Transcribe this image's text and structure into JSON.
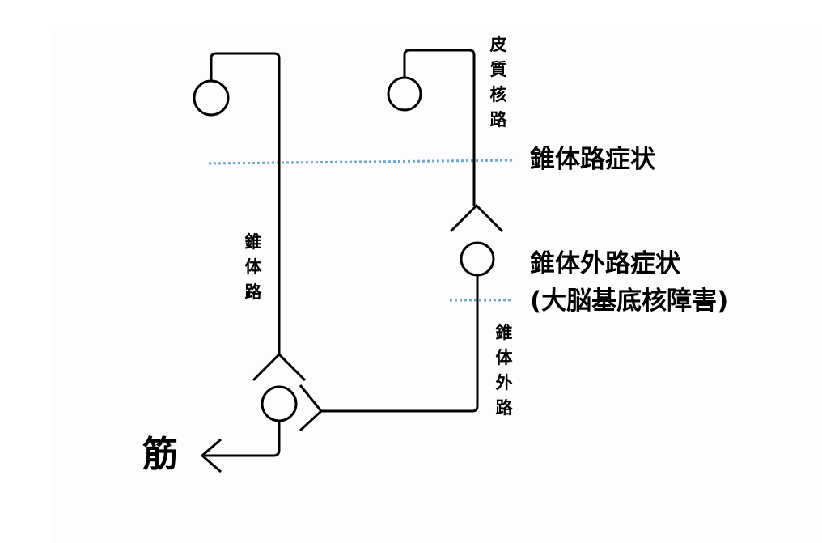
{
  "labels": {
    "cortex_nuclear_tract": "皮質核路",
    "pyramidal_tract": "錐体路",
    "extrapyramidal_tract": "錐体外路",
    "pyramidal_symptoms": "錐体路症状",
    "extrapyramidal_symptoms": "錐体外路症状",
    "basal_ganglia_disorder": "(大脳基底核障害)",
    "muscle": "筋"
  },
  "colors": {
    "line": "#000000",
    "dotted_divider": "#6fa8c9",
    "panel_background": "#fdfcfe"
  },
  "icons": {
    "arrow": "left-arrowhead",
    "synapse": "chevron-synapse"
  }
}
